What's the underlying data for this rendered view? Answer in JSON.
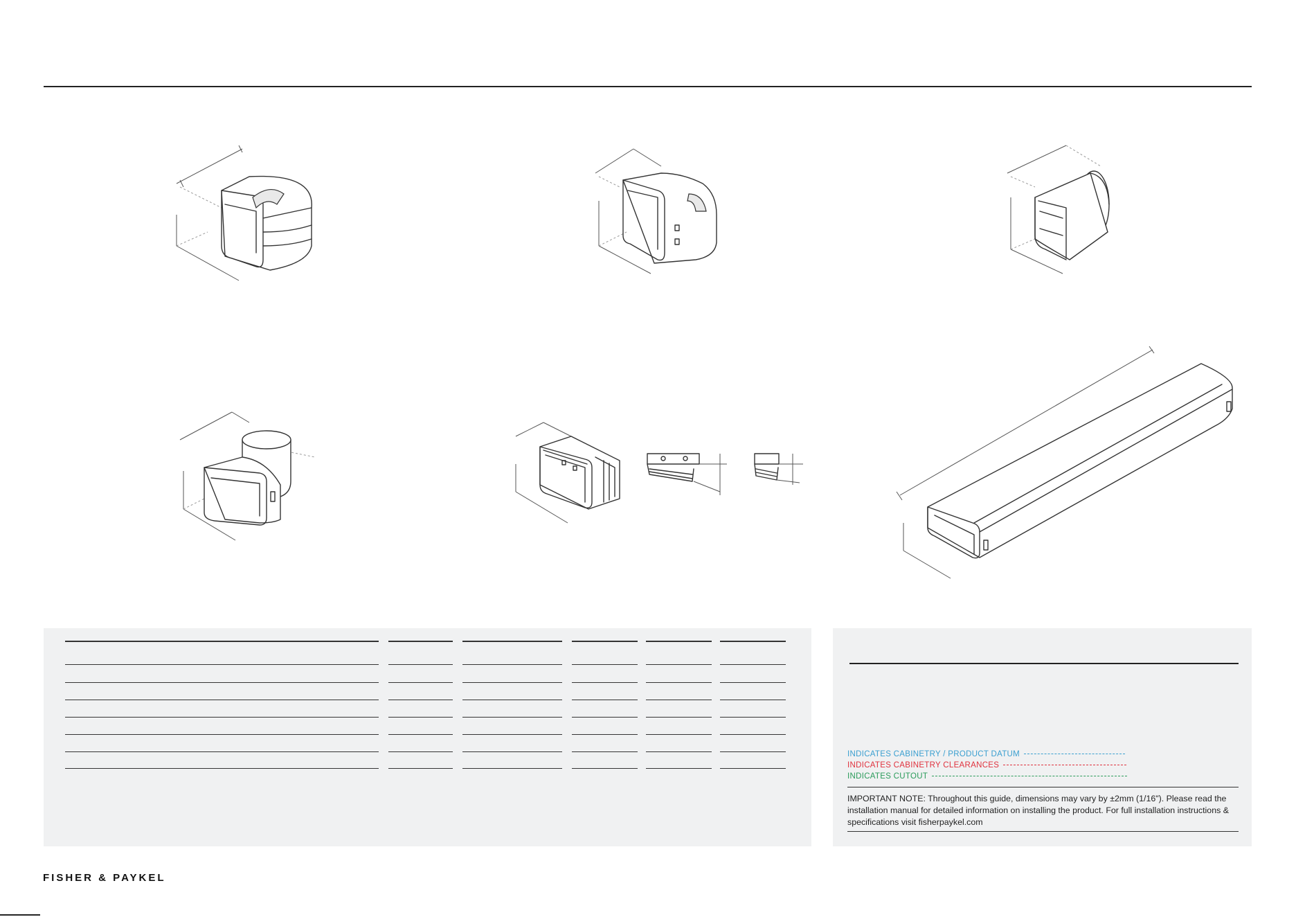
{
  "legend": {
    "datum": {
      "label": "INDICATES CABINETRY / PRODUCT DATUM",
      "color": "#3a9fd0"
    },
    "clearances": {
      "label": "INDICATES CABINETRY CLEARANCES",
      "color": "#e0313d"
    },
    "cutout": {
      "label": "INDICATES CUTOUT",
      "color": "#2a9b5a"
    }
  },
  "important_note": "IMPORTANT NOTE: Throughout this guide, dimensions may vary by ±2mm (1/16\"). Please read the installation manual for detailed information on installing the product. For full installation instructions & specifications visit fisherpaykel.com",
  "brand": {
    "logo_text": "FISHER & PAYKEL"
  },
  "drawings": [
    {
      "name": "bend-90-horizontal",
      "icon": "duct-bend-icon"
    },
    {
      "name": "connector-straight",
      "icon": "duct-connector-icon"
    },
    {
      "name": "round-to-rect-adapter",
      "icon": "duct-adapter-icon"
    },
    {
      "name": "bend-90-round",
      "icon": "duct-round-bend-icon"
    },
    {
      "name": "flexible-connector",
      "icon": "duct-flex-icon"
    },
    {
      "name": "straight-duct",
      "icon": "duct-straight-icon"
    }
  ],
  "colors": {
    "panel": "#f0f1f2",
    "rule": "#222222"
  }
}
